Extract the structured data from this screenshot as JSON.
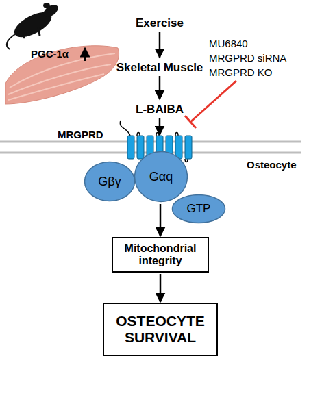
{
  "diagram": {
    "nodes": [
      {
        "text": [
          "Gβγ"
        ]
      },
      {
        "text": [
          "Gαq"
        ]
      },
      {
        "text": [
          "GTP"
        ]
      },
      {
        "text": [
          "Mitochondrial integrity"
        ]
      },
      {
        "text": [
          "OSTEOCYTE SURVIVAL"
        ]
      }
    ],
    "edges": [
      {
        "from": 1,
        "to": 3,
        "arrow": "to"
      },
      {
        "from": 3,
        "to": 4,
        "arrow": "to"
      }
    ],
    "labels": [
      "Exercise",
      "PGC-1α",
      "Skeletal Muscle",
      "L-BAIBA",
      "MU6840",
      "MRGPRD siRNA",
      "MRGPRD KO",
      "MRGPRD",
      "Osteocyte"
    ]
  }
}
